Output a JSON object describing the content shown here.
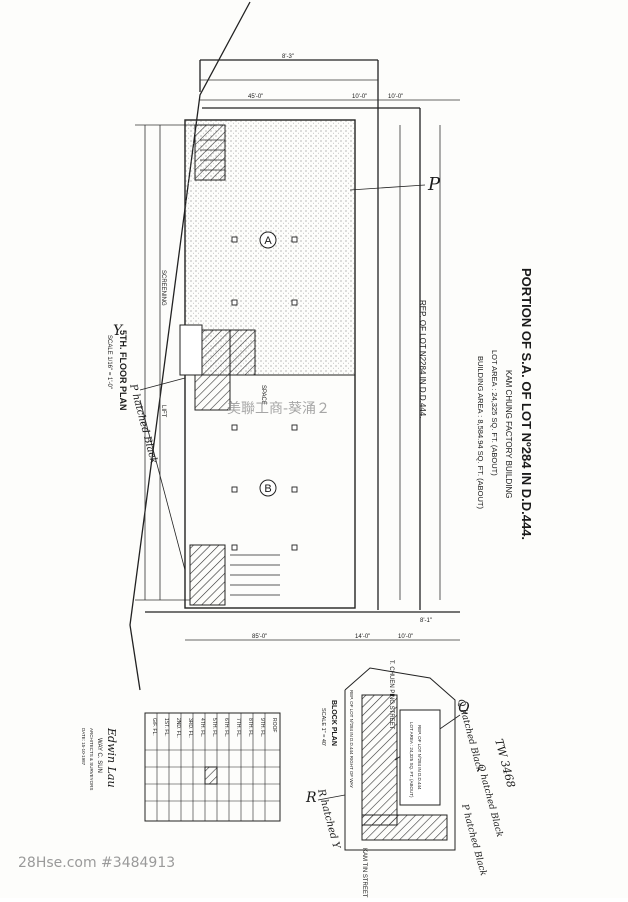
{
  "title": "PORTION OF S.A. OF LOT Nº284 IN D.D.444.",
  "building_name": "KAM CHUNG FACTORY BUILDING",
  "lot_area": "LOT AREA : 24,325 SQ. FT. (ABOUT)",
  "building_area": "BUILDING AREA : 8,584.94 SQ. FT. (ABOUT)",
  "rep_lot": "REP. OF LOT N2284 IN D.D.444.",
  "floor_plan_title": "5TH. FLOOR PLAN",
  "floor_plan_scale": "SCALE 1/16\" = 1'-0\"",
  "block_plan_title": "BLOCK PLAN",
  "block_plan_scale": "SCALE 1\" = 40'",
  "street_top": "T. CHUEN PING STREET",
  "street_bottom": "KAM TIN STREET",
  "screening": "SCREENING",
  "lift": "LIFT",
  "space_label": "SPACE",
  "area_a": "A",
  "area_b": "B",
  "letter_p": "P",
  "letter_q": "Q",
  "letter_r": "R",
  "letter_y": "Y",
  "annot_p_hatched": "P hatched Black",
  "annot_q_hatched": "Q hatched Black",
  "annot_r_hatched": "R hatched Y",
  "annot_ref": "TW 3468",
  "annot_q2": "Q hatched Black",
  "annot_p2": "P hatched Black",
  "dims_top": [
    "8'-3\"",
    "45'-0\"",
    "10'-0\"",
    "10'-0\""
  ],
  "dims_bottom": [
    "85'-0\"",
    "14'-0\"",
    "10'-0\"",
    "8'-1\""
  ],
  "floors": [
    "ROOF",
    "9TH. FL.",
    "8TH. FL.",
    "7TH. FL.",
    "6TH. FL.",
    "5TH. FL.",
    "4TH. FL.",
    "3RD. FL.",
    "2ND. FL.",
    "1ST. FL.",
    "G/F. FL."
  ],
  "signature": "Edwin Lau",
  "architect_name": "WAY C. SUN",
  "architect_title": "ARCHITECTS & SURVEYORS",
  "architect_date": "DATE: 15-10-1987",
  "block_note_1": "REP. OF LOT Nº284 IN D.D.444",
  "block_note_2": "LOT AREA : 24,325 SQ. FT. (ABOUT)",
  "right_of_way": "REP. OF LOT Nº284 IN D.D.444 RIGHT OF WAY",
  "watermark": "美聯工商-葵涌２",
  "footer_stamp": "28Hse.com #3484913"
}
